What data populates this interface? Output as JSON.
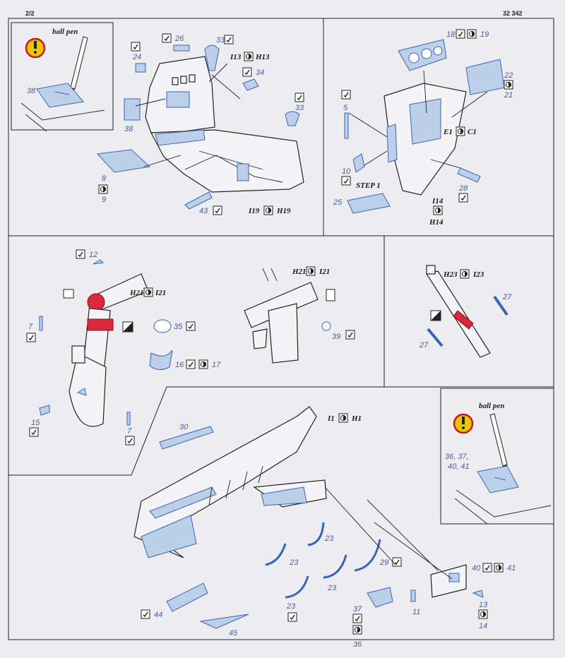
{
  "header": {
    "page": "2/2",
    "code": "32 342"
  },
  "notes": {
    "ball_pen": "ball pen"
  },
  "panel_top_left": {
    "labels": {
      "p38a": "38",
      "p38b": "38",
      "p24": "24",
      "p26": "26",
      "p33a": "33",
      "p33b": "33",
      "p34": "34",
      "p8": "8",
      "p9": "9",
      "p43": "43"
    },
    "black": {
      "i13": "I13",
      "h13": "H13",
      "i19": "I19",
      "h19": "H19"
    }
  },
  "panel_top_right": {
    "labels": {
      "p18": "18",
      "p19": "19",
      "p22": "22",
      "p21": "21",
      "p5": "5",
      "p10": "10",
      "p25": "25",
      "p28": "28"
    },
    "black": {
      "e1": "E1",
      "c1": "C1",
      "step": "STEP 1",
      "i14": "I14",
      "h14": "H14"
    }
  },
  "panel_mid_left": {
    "labels": {
      "p12": "12",
      "p7a": "7",
      "p7b": "7",
      "p35": "35",
      "p16": "16",
      "p17": "17",
      "p15": "15",
      "p39": "39"
    },
    "black": {
      "h21a": "H21",
      "i21a": "I21",
      "h21b": "H21",
      "i21b": "I21"
    }
  },
  "panel_mid_right": {
    "labels": {
      "p27a": "27",
      "p27b": "27"
    },
    "black": {
      "h23": "H23",
      "i23": "I23"
    }
  },
  "panel_bottom": {
    "labels": {
      "p30": "30",
      "p23a": "23",
      "p23b": "23",
      "p23c": "23",
      "p23d": "23",
      "p29": "29",
      "p44": "44",
      "p45": "45",
      "p37": "37",
      "p36": "36",
      "p11": "11",
      "p40": "40",
      "p41": "41",
      "p13": "13",
      "p14": "14",
      "p36_41": "36, 37,",
      "p40_41": "40, 41"
    },
    "black": {
      "i1": "I1",
      "h1": "H1"
    }
  },
  "colors": {
    "photo_etch": "#bcd0ea",
    "outline": "#3a64b8",
    "paint_red": "#d8283a",
    "warning": "#e8c800"
  }
}
